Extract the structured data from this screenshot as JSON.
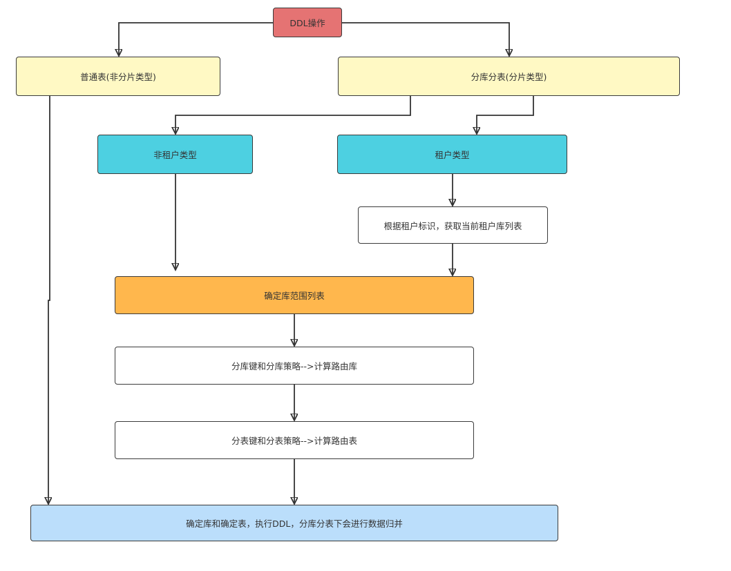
{
  "colors": {
    "ddl": "#e57373",
    "yellow": "#fff9c4",
    "cyan": "#4dd0e1",
    "orange": "#ffb74d",
    "white": "#ffffff",
    "blue": "#bbdefb",
    "line": "#333333"
  },
  "nodes": {
    "ddl": {
      "label": "DDL操作"
    },
    "normal_table": {
      "label": "普通表(非分片类型)"
    },
    "sharded_table": {
      "label": "分库分表(分片类型)"
    },
    "non_tenant": {
      "label": "非租户类型"
    },
    "tenant": {
      "label": "租户类型"
    },
    "tenant_lookup": {
      "label": "根据租户标识，获取当前租户库列表"
    },
    "determine_db": {
      "label": "确定库范围列表"
    },
    "db_route": {
      "label": "分库键和分库策略-->计算路由库"
    },
    "table_route": {
      "label": "分表键和分表策略-->计算路由表"
    },
    "execute": {
      "label": "确定库和确定表，执行DDL，分库分表下会进行数据归并"
    }
  }
}
